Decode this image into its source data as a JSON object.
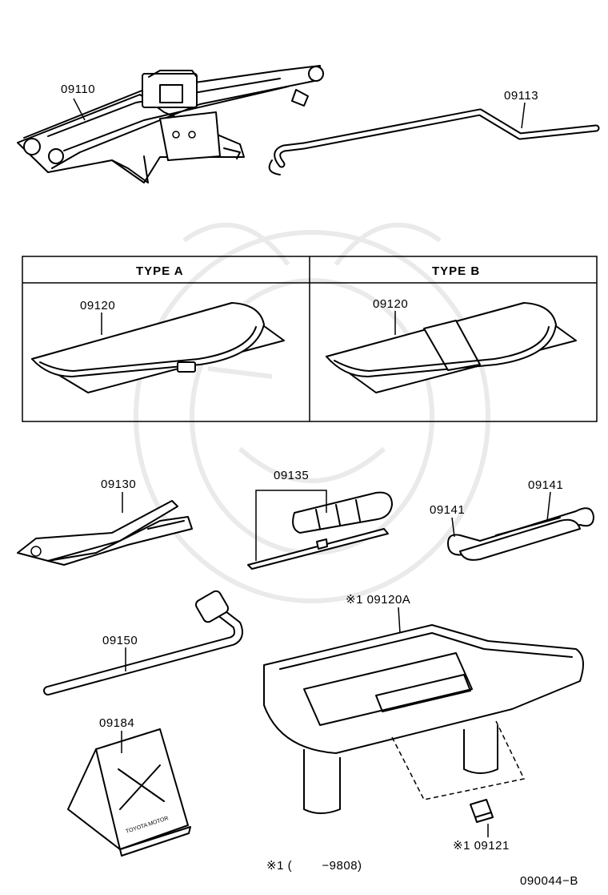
{
  "diagram": {
    "parts": {
      "jack": "09110",
      "jack_handle": "09113",
      "tool_bag_a": "09120",
      "tool_bag_b": "09120",
      "pliers": "09130",
      "screwdriver": "09135",
      "wrench_left": "09141",
      "wrench_right": "09141",
      "lug_wrench": "09150",
      "wheel_chock": "09184",
      "tool_tray": "※1 09120A",
      "tray_clip": "※1 09121"
    },
    "types": {
      "type_a": "TYPE  A",
      "type_b": "TYPE  B"
    },
    "footnote": "※1 (        −9808)",
    "diagram_id": "090044−B",
    "chock_text": "TOYOTA MOTOR"
  }
}
